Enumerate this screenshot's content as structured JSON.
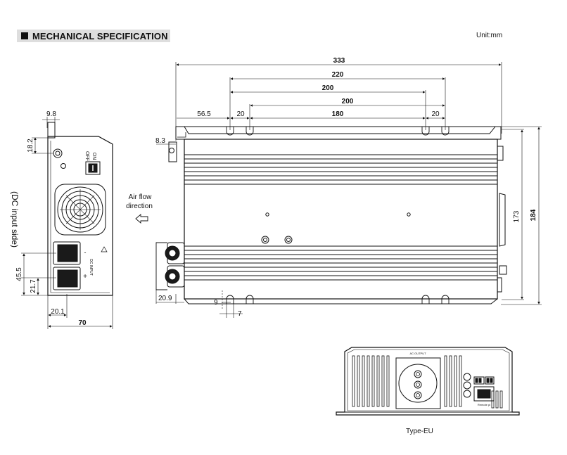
{
  "header": {
    "title": "MECHANICAL SPECIFICATION"
  },
  "unit": "Unit:mm",
  "top_view": {
    "dims": {
      "overall_width": "333",
      "holes_220": "220",
      "holes_200_outer": "200",
      "holes_200_inner": "200",
      "hole_span_180": "180",
      "left_offset": "56.5",
      "hole_gap_left": "20",
      "hole_gap_right": "20",
      "foot_8_3": "8.3",
      "overall_height": "184",
      "inner_height": "173",
      "bottom_20_9": "20.9",
      "slot_9": "9",
      "slot_7": "7"
    },
    "airflow_label_1": "Air flow",
    "airflow_label_2": "direction"
  },
  "side_view": {
    "dims": {
      "top_9_8": "9.8",
      "left_18_2": "18.2",
      "left_45_5": "45.5",
      "left_21_7": "21.7",
      "bottom_20_1": "20.1",
      "bottom_70": "70"
    },
    "dc_input_label": "(DC input side)",
    "switch_on": "ON",
    "switch_off": "OFF",
    "minus_sign": "-",
    "plus_sign": "+",
    "dc_input_text": "DC INPUT"
  },
  "front_view": {
    "ac_output_label": "AC OUTPUT",
    "remote_label": "Remote pl",
    "caption": "Type-EU"
  },
  "colors": {
    "line": "#111111",
    "header_bg": "#dedede"
  }
}
